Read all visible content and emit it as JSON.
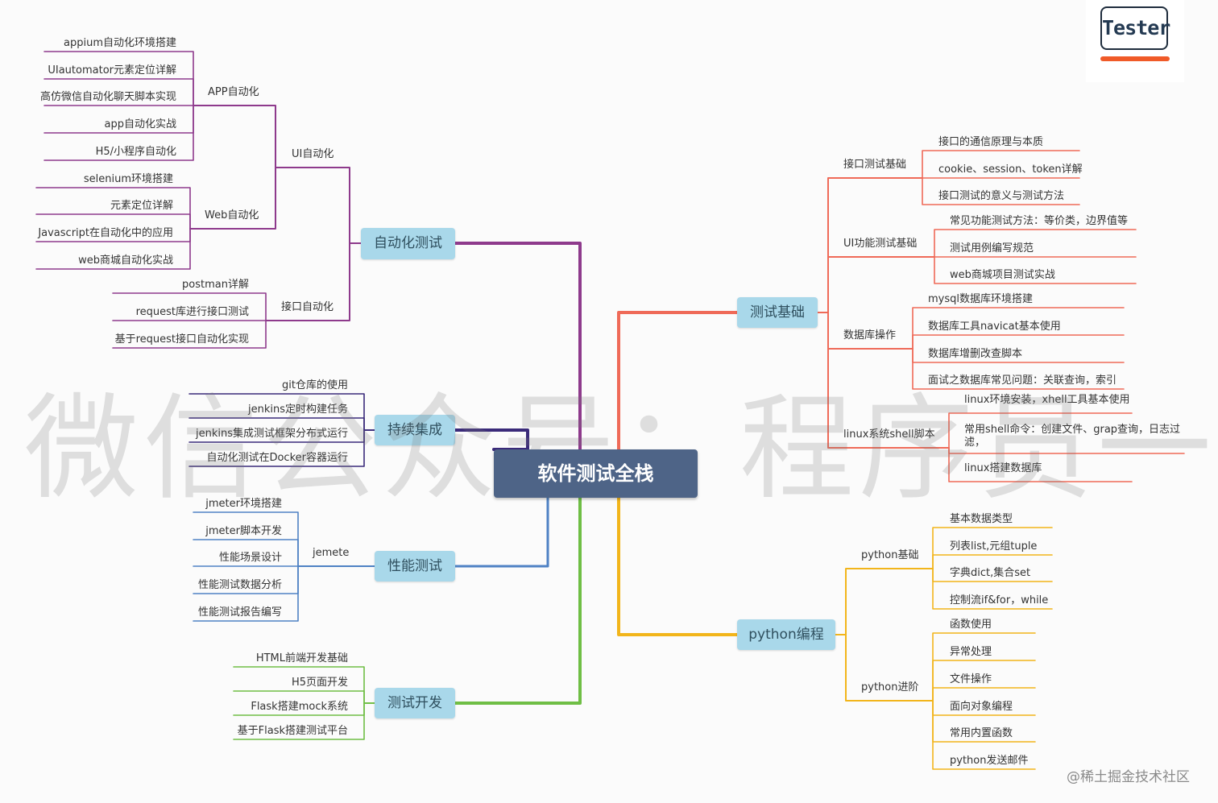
{
  "root": "软件测试全栈",
  "watermark": "微信公众号：程序员一凡",
  "logo": {
    "text": "Tester",
    "accent": "#f05a28"
  },
  "credit": "@稀土掘金技术社区",
  "colors": {
    "automation": "#8e3a8c",
    "ci": "#3b2b7a",
    "performance": "#4f82c4",
    "dev": "#6fbe45",
    "basics": "#ef6a58",
    "python": "#f2b51b",
    "node_fill": "#a9d8ea",
    "root_fill": "#4e6487"
  },
  "branches": {
    "automation": {
      "label": "自动化测试",
      "ui": {
        "label": "UI自动化",
        "app": {
          "label": "APP自动化",
          "items": [
            "appium自动化环境搭建",
            "UIautomator元素定位详解",
            "高仿微信自动化聊天脚本实现",
            "app自动化实战",
            "H5/小程序自动化"
          ]
        },
        "web": {
          "label": "Web自动化",
          "items": [
            "selenium环境搭建",
            "元素定位详解",
            "Javascript在自动化中的应用",
            "web商城自动化实战"
          ]
        }
      },
      "api": {
        "label": "接口自动化",
        "items": [
          "postman详解",
          "request库进行接口测试",
          "基于request接口自动化实现"
        ]
      }
    },
    "ci": {
      "label": "持续集成",
      "items": [
        "git仓库的使用",
        "jenkins定时构建任务",
        "jenkins集成测试框架分布式运行",
        "自动化测试在Docker容器运行"
      ]
    },
    "performance": {
      "label": "性能测试",
      "jemete": {
        "label": "jemete",
        "items": [
          "jmeter环境搭建",
          "jmeter脚本开发",
          "性能场景设计",
          "性能测试数据分析",
          "性能测试报告编写"
        ]
      }
    },
    "dev": {
      "label": "测试开发",
      "items": [
        "HTML前端开发基础",
        "H5页面开发",
        "Flask搭建mock系统",
        "基于Flask搭建测试平台"
      ]
    },
    "basics": {
      "label": "测试基础",
      "interface": {
        "label": "接口测试基础",
        "items": [
          "接口的通信原理与本质",
          "cookie、session、token详解",
          "接口测试的意义与测试方法"
        ]
      },
      "ui": {
        "label": "UI功能测试基础",
        "items": [
          "常见功能测试方法：等价类，边界值等",
          "测试用例编写规范",
          "web商城项目测试实战"
        ]
      },
      "db": {
        "label": "数据库操作",
        "items": [
          "mysql数据库环境搭建",
          "数据库工具navicat基本使用",
          "数据库增删改查脚本",
          "面试之数据库常见问题：关联查询，索引"
        ]
      },
      "linux": {
        "label": "linux系统shell脚本",
        "items": [
          "linux环境安装，xhell工具基本使用",
          "常用shell命令：创建文件、grap查询，日志过滤，",
          "linux搭建数据库"
        ]
      }
    },
    "python": {
      "label": "python编程",
      "basic": {
        "label": "python基础",
        "items": [
          "基本数据类型",
          "列表list,元组tuple",
          "字典dict,集合set",
          "控制流if&for，while"
        ]
      },
      "advanced": {
        "label": "python进阶",
        "items": [
          "函数使用",
          "异常处理",
          "文件操作",
          "面向对象编程",
          "常用内置函数",
          "python发送邮件"
        ]
      }
    }
  }
}
